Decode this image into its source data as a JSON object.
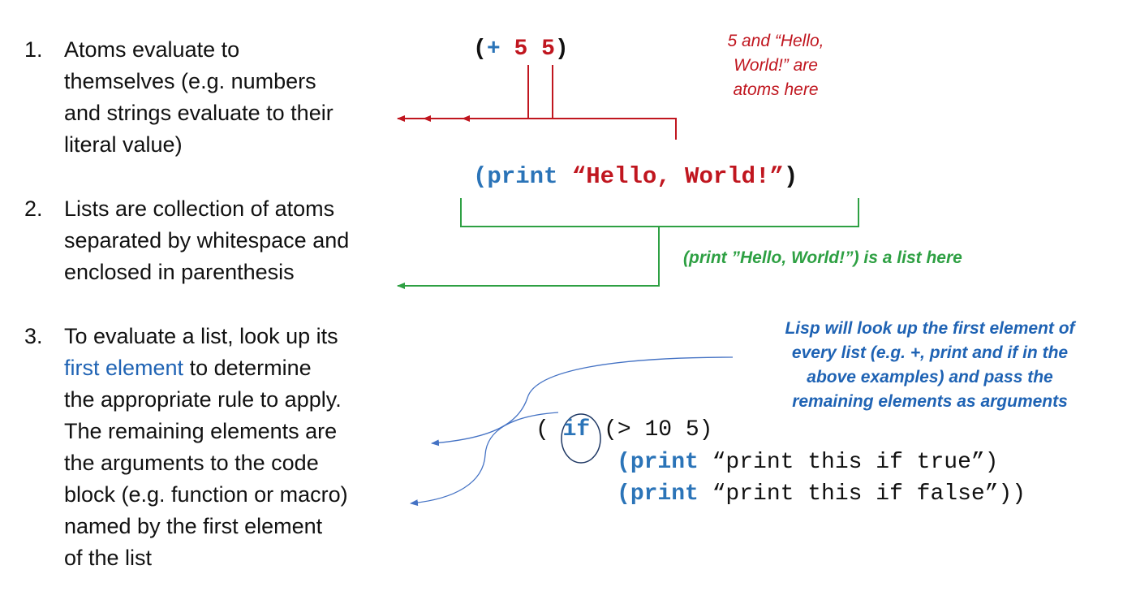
{
  "rules": [
    {
      "number": "1.",
      "lines": [
        "Atoms evaluate to",
        "themselves (e.g. numbers",
        "and strings evaluate to their",
        "literal value)"
      ]
    },
    {
      "number": "2.",
      "lines": [
        "Lists are collection of atoms",
        "separated by whitespace and",
        "enclosed in parenthesis"
      ]
    },
    {
      "number": "3.",
      "line1_highlight": "first element",
      "line1_rest": " to determine",
      "lines_before": [
        "To evaluate a list, look up its"
      ],
      "lines_after": [
        "the appropriate rule to apply.",
        "The remaining elements are",
        "the arguments to the code",
        "block (e.g. function or macro)",
        "named by the first element",
        "of the list"
      ]
    }
  ],
  "code": {
    "ex1": {
      "open": "(",
      "op": "+",
      "a": "5",
      "b": "5",
      "close": ")"
    },
    "ex2": {
      "open": "(",
      "fn": "print",
      "str": "“Hello, World!”",
      "close": ")"
    },
    "ex3": {
      "open": "(",
      "kw": "if",
      "cond": "(> 10 5)",
      "line2_open": "(",
      "line2_fn": "print",
      "line2_rest": " “print this if true”)",
      "line3_open": "(",
      "line3_fn": "print",
      "line3_rest": " “print this if false”))"
    }
  },
  "notes": {
    "atoms": [
      "5 and “Hello,",
      "World!” are",
      "atoms here"
    ],
    "list": "(print ”Hello, World!”) is a list here",
    "lookup": [
      "Lisp will look up the first element of",
      "every list (e.g. +, print and if in the",
      "above examples) and pass the",
      "remaining elements as arguments"
    ]
  },
  "colors": {
    "red": "#c0161f",
    "green": "#2ea043",
    "blue": "#1f63b4",
    "code_blue": "#2b74b8"
  }
}
